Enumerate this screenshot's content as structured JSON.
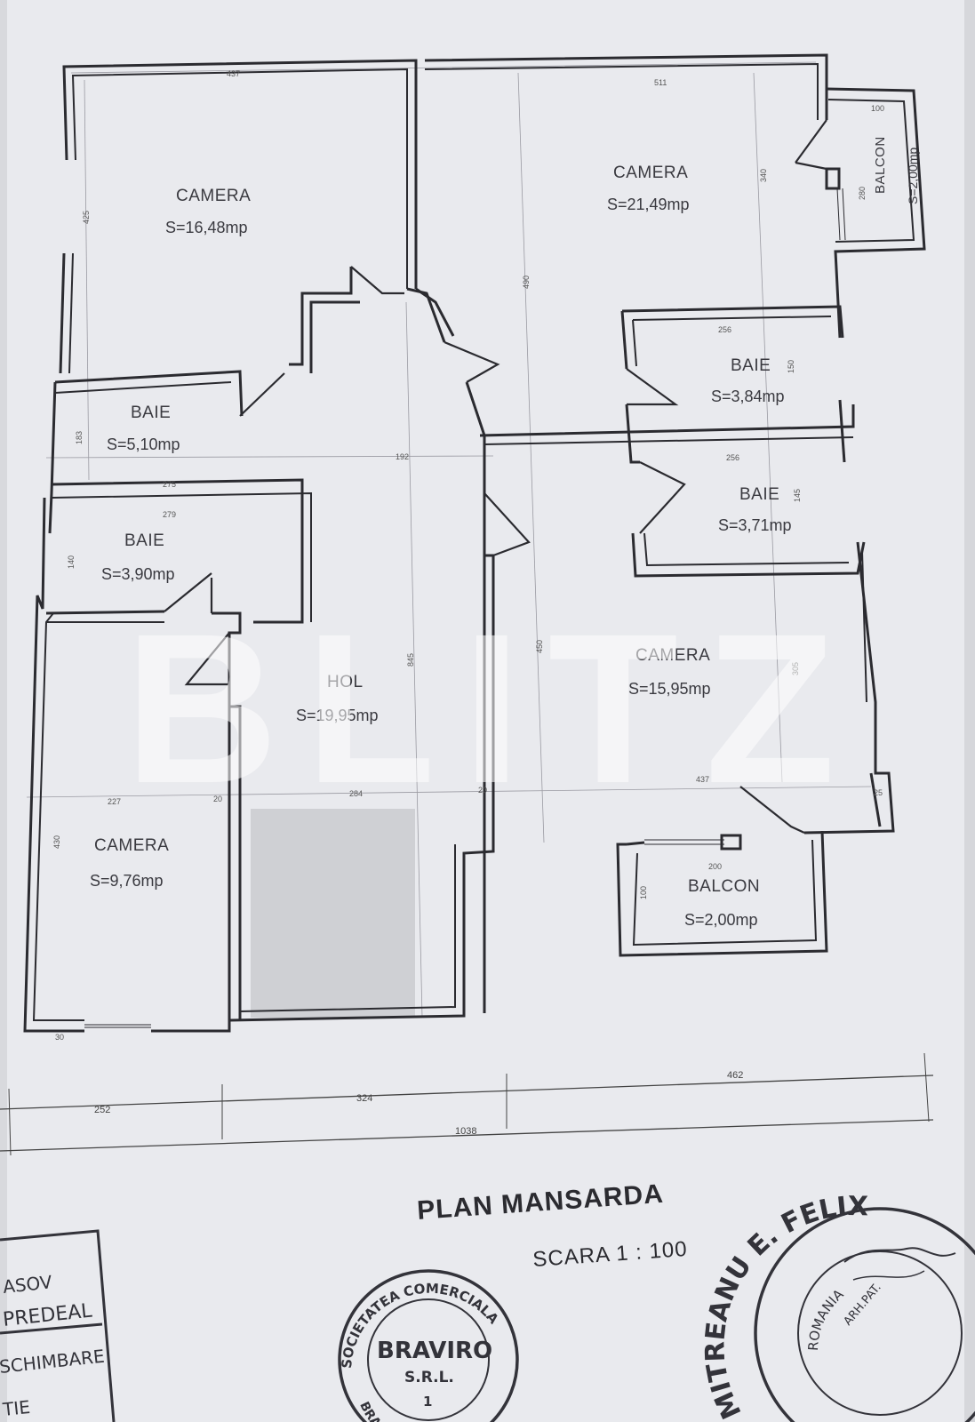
{
  "rooms": {
    "camera_nw": {
      "name": "CAMERA",
      "area": "S=16,48mp"
    },
    "camera_ne": {
      "name": "CAMERA",
      "area": "S=21,49mp"
    },
    "balcon_e": {
      "name": "BALCON",
      "area": "S=2,00mp"
    },
    "baie_1": {
      "name": "BAIE",
      "area": "S=5,10mp"
    },
    "baie_2": {
      "name": "BAIE",
      "area": "S=3,90mp"
    },
    "baie_3": {
      "name": "BAIE",
      "area": "S=3,84mp"
    },
    "baie_4": {
      "name": "BAIE",
      "area": "S=3,71mp"
    },
    "hol": {
      "name": "HOL",
      "area": "S=19,95mp"
    },
    "camera_se": {
      "name": "CAMERA",
      "area": "S=15,95mp"
    },
    "camera_sw": {
      "name": "CAMERA",
      "area": "S=9,76mp"
    },
    "balcon_s": {
      "name": "BALCON",
      "area": "S=2,00mp"
    }
  },
  "dimensions": {
    "top_left": "437",
    "top_right": "511",
    "side_425": "425",
    "side_183": "183",
    "d_275": "275",
    "d_279": "279",
    "d_140": "140",
    "d_192": "192",
    "d_490": "490",
    "d_340": "340",
    "d_280": "280",
    "d_100a": "100",
    "d_256a": "256",
    "d_150": "150",
    "d_256b": "256",
    "d_145": "145",
    "d_845": "845",
    "d_450": "450",
    "d_305": "305",
    "d_437b": "437",
    "d_25": "25",
    "d_227": "227",
    "d_20a": "20",
    "d_284": "284",
    "d_20b": "20",
    "d_430": "430",
    "d_200": "200",
    "d_100b": "100",
    "d_30": "30",
    "bottom_252": "252",
    "bottom_324": "324",
    "bottom_462": "462",
    "bottom_1038": "1038"
  },
  "watermark": "BLITZ",
  "title": "PLAN MANSARDA",
  "scale": "SCARA 1 : 100",
  "stamps": {
    "left_lines": [
      "ASOV",
      "PREDEAL",
      "SCHIMBARE",
      "TIE"
    ],
    "center_ring": "SOCIETATEA COMERCIALA",
    "center_ring_bottom": "BRASOV ROMANIA",
    "center_name": "BRAVIRO",
    "center_sub": "S.R.L.",
    "center_num": "1",
    "right_ring": "MITREANU E. FELIX",
    "right_inner": "ROMANIA",
    "right_inner2": "ARH.PAT."
  },
  "colors": {
    "paper": "#e9eaee",
    "ink": "#2b2b30",
    "shade": "#cfd0d4"
  }
}
